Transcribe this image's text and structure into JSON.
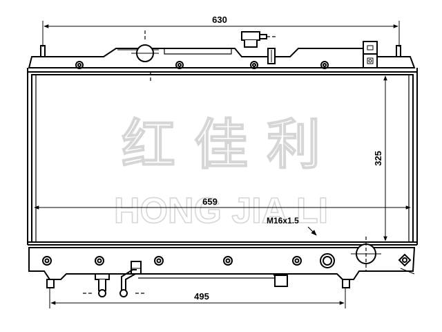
{
  "drawing": {
    "dimensions": {
      "overall_width": "630",
      "core_width": "659",
      "core_height": "325",
      "bracket_spacing": "495"
    },
    "annotation": "M16x1.5",
    "watermark": {
      "chinese": "红 佳 利",
      "latin": "HONG JIA LI"
    }
  }
}
